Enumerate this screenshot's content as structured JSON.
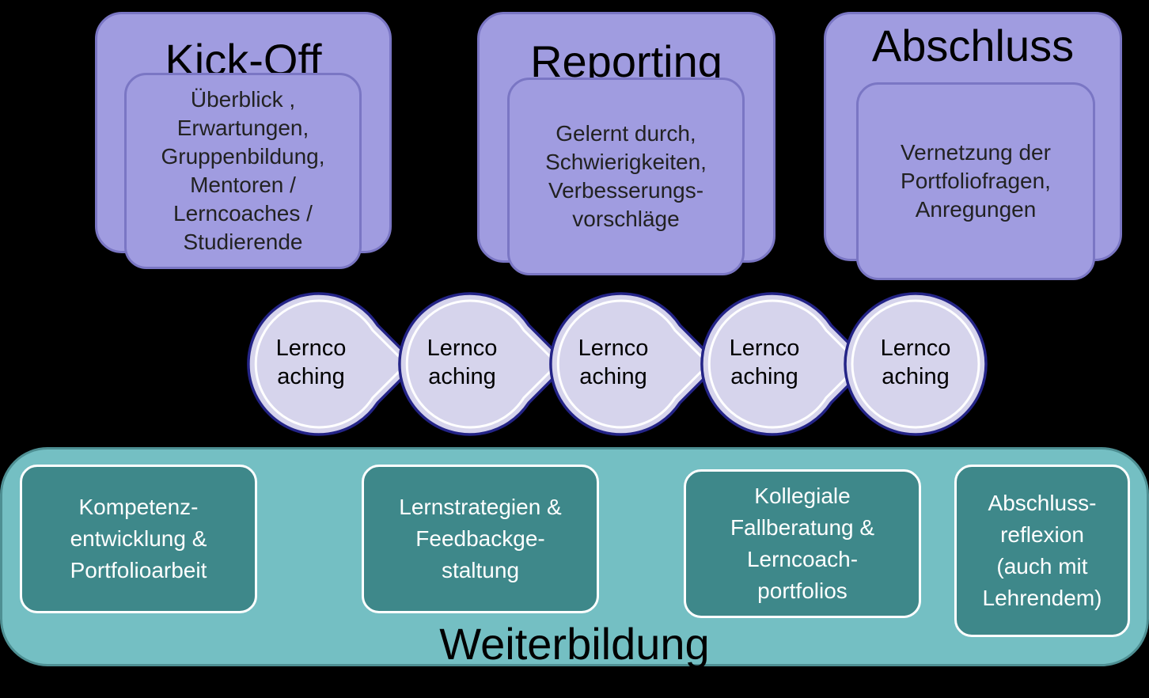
{
  "phases": [
    {
      "title": "Kick-Off",
      "detail": "Überblick ,\nErwartungen,\nGruppenbildung,\nMentoren /\nLerncoaches /\nStudierende"
    },
    {
      "title": "Reporting",
      "detail": "Gelernt durch,\nSchwierigkeiten,\nVerbesserungs-\nvorschläge"
    },
    {
      "title": "Abschluss",
      "detail": "Vernetzung der\nPortfoliofragen,\nAnregungen"
    }
  ],
  "coaching": [
    {
      "label": "Lernco\naching"
    },
    {
      "label": "Lernco\naching"
    },
    {
      "label": "Lernco\naching"
    },
    {
      "label": "Lernco\naching"
    },
    {
      "label": "Lernco\naching"
    }
  ],
  "weiterbildung": {
    "title": "Weiterbildung",
    "modules": [
      {
        "label": "Kompetenz-\nentwicklung &\nPortfolioarbeit"
      },
      {
        "label": "Lernstrategien &\nFeedbackge-\nstaltung"
      },
      {
        "label": "Kollegiale\nFallberatung &\nLerncoach-\nportfolios"
      },
      {
        "label": "Abschluss-\nreflexion\n(auch mit\nLehrendem)"
      }
    ]
  },
  "colors": {
    "phase_fill": "#a09ce0",
    "circle_fill": "#d6d4ec",
    "circle_stroke": "#242487",
    "weiterbildung_fill": "#74bfc3",
    "module_fill": "#3e888a"
  }
}
